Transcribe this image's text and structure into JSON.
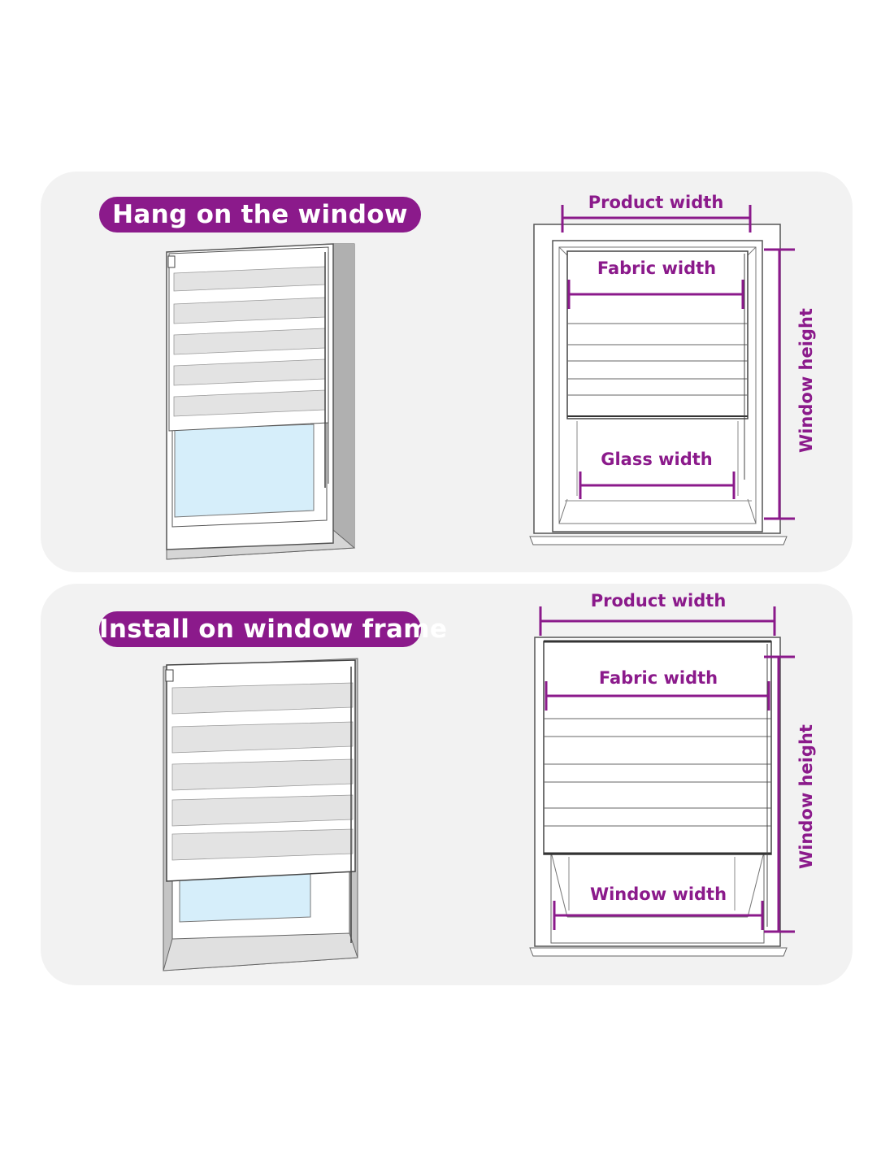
{
  "colors": {
    "accent": "#8b1a8b",
    "panel_bg": "#f2f2f2",
    "glass": "#d6eefa",
    "frame_grey": "#b3b3b3",
    "outline": "#555555"
  },
  "sections": [
    {
      "title": "Hang on the window",
      "labels": {
        "product_width": "Product  width",
        "fabric_width": "Fabric  width",
        "bottom_width": "Glass  width",
        "window_height": "Window height"
      }
    },
    {
      "title": "Install on window frame",
      "labels": {
        "product_width": "Product  width",
        "fabric_width": "Fabric width",
        "bottom_width": "Window width",
        "window_height": "Window height"
      }
    }
  ]
}
